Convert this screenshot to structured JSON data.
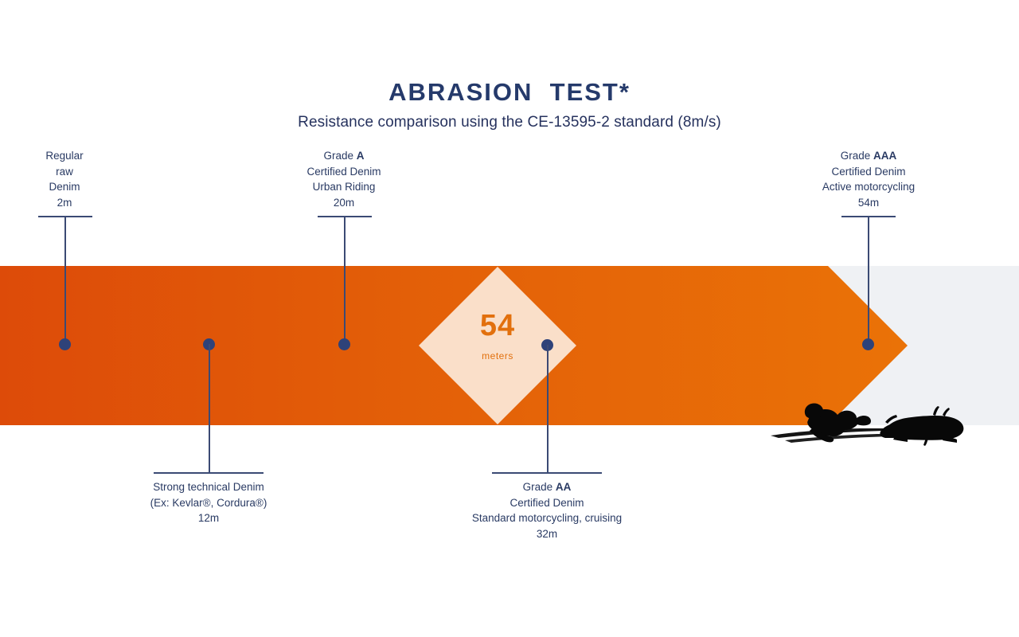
{
  "header": {
    "title": "ABRASION  TEST*",
    "subtitle": "Resistance comparison using the CE-13595-2 standard (8m/s)"
  },
  "colors": {
    "navy": "#293a63",
    "orange_left": "#dd4b09",
    "orange_right": "#ea7207",
    "panel_gray": "#eff1f4",
    "diamond_fill": "#fadfc9",
    "diamond_text": "#e2700d",
    "dot": "#2e4279",
    "silhouette": "#080808"
  },
  "callout": {
    "value": "54",
    "unit": "meters"
  },
  "markers": [
    {
      "id": "regular-raw-denim",
      "side": "top",
      "distance_m": 2,
      "lines": [
        "Regular",
        "raw",
        "Denim",
        "2m"
      ],
      "grade_prefix": "",
      "grade_bold": ""
    },
    {
      "id": "strong-technical-denim",
      "side": "bottom",
      "distance_m": 12,
      "lines": [
        "Strong technical Denim",
        "(Ex: Kevlar®, Cordura®)",
        "12m"
      ],
      "grade_prefix": "",
      "grade_bold": ""
    },
    {
      "id": "grade-a-denim",
      "side": "top",
      "distance_m": 20,
      "lines": [
        "Certified Denim",
        "Urban Riding",
        "20m"
      ],
      "grade_prefix": "Grade ",
      "grade_bold": "A"
    },
    {
      "id": "grade-aa-denim",
      "side": "bottom",
      "distance_m": 32,
      "lines": [
        "Certified Denim",
        "Standard motorcycling, cruising",
        "32m"
      ],
      "grade_prefix": "Grade ",
      "grade_bold": "AA"
    },
    {
      "id": "grade-aaa-denim",
      "side": "top",
      "distance_m": 54,
      "lines": [
        "Certified Denim",
        "Active motorcycling",
        "54m"
      ],
      "grade_prefix": "Grade ",
      "grade_bold": "AAA"
    }
  ],
  "chart_data": {
    "type": "bar",
    "title": "ABRASION  TEST*",
    "subtitle": "Resistance comparison using the CE-13595-2 standard (8m/s)",
    "xlabel": "",
    "ylabel": "meters",
    "categories": [
      "Regular raw Denim",
      "Strong technical Denim (Ex: Kevlar®, Cordura®)",
      "Grade A Certified Denim - Urban Riding",
      "Grade AA Certified Denim - Standard motorcycling, cruising",
      "Grade AAA Certified Denim - Active motorcycling"
    ],
    "values": [
      2,
      12,
      20,
      32,
      54
    ],
    "unit": "m",
    "xlim": [
      0,
      54
    ],
    "grid": false,
    "legend": "none",
    "highlight": {
      "category": "Grade AAA Certified Denim - Active motorcycling",
      "value": 54,
      "unit": "meters"
    }
  }
}
